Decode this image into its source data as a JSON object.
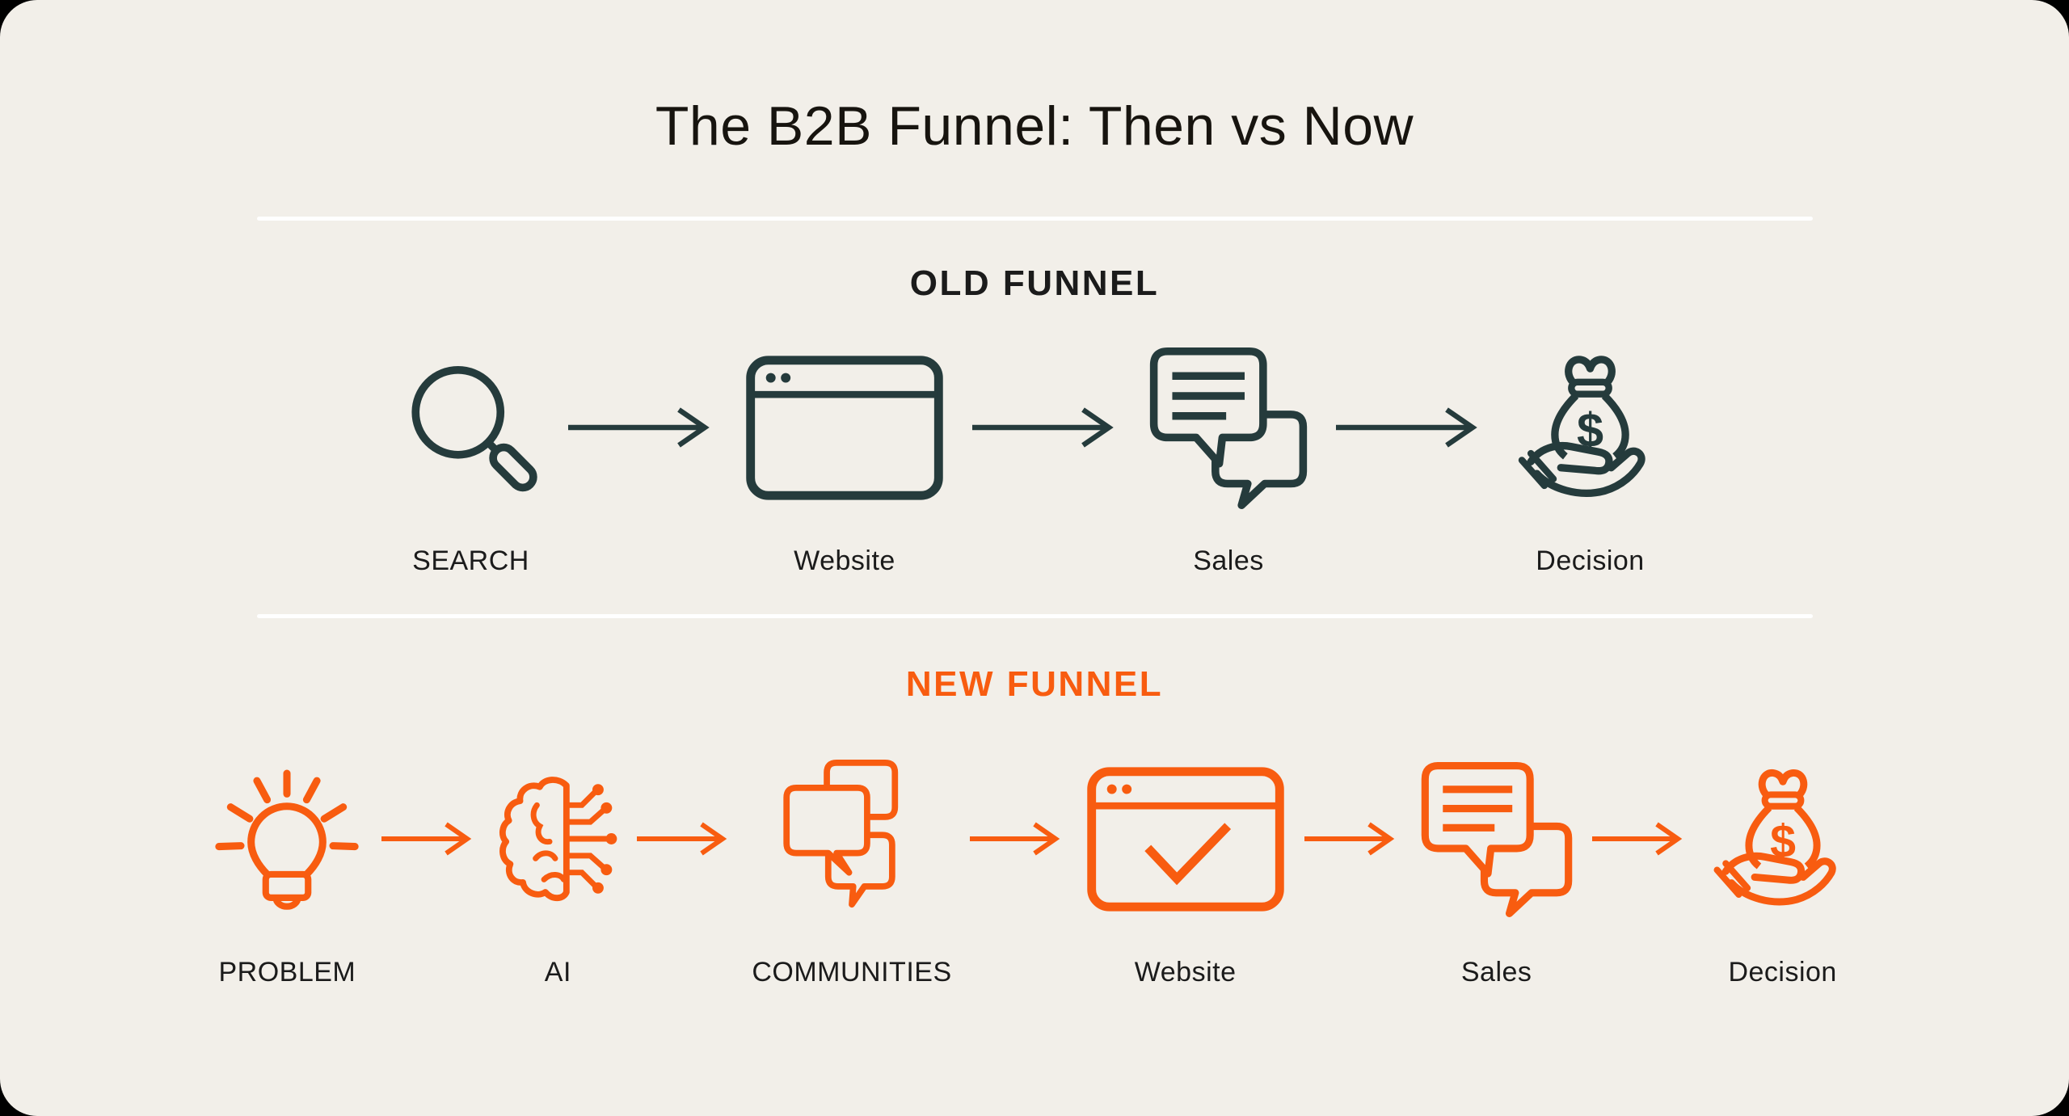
{
  "title": "The B2B Funnel: Then vs Now",
  "colors": {
    "canvas_background": "#F2EFE9",
    "outside_background": "#000000",
    "old_funnel_icons": "#253B3C",
    "new_funnel_accent": "#F85C10",
    "text": "#1B1B1B",
    "divider": "#FFFFFF"
  },
  "old_funnel": {
    "heading": "OLD FUNNEL",
    "steps": [
      {
        "label": "SEARCH",
        "icon": "search-icon"
      },
      {
        "label": "Website",
        "icon": "browser-icon"
      },
      {
        "label": "Sales",
        "icon": "chat-bubbles-icon"
      },
      {
        "label": "Decision",
        "icon": "money-bag-hand-icon"
      }
    ]
  },
  "new_funnel": {
    "heading": "NEW FUNNEL",
    "steps": [
      {
        "label": "PROBLEM",
        "icon": "lightbulb-icon"
      },
      {
        "label": "AI",
        "icon": "ai-brain-icon"
      },
      {
        "label": "COMMUNITIES",
        "icon": "community-chat-icon"
      },
      {
        "label": "Website",
        "icon": "browser-check-icon"
      },
      {
        "label": "Sales",
        "icon": "chat-bubbles-icon"
      },
      {
        "label": "Decision",
        "icon": "money-bag-hand-icon"
      }
    ]
  }
}
